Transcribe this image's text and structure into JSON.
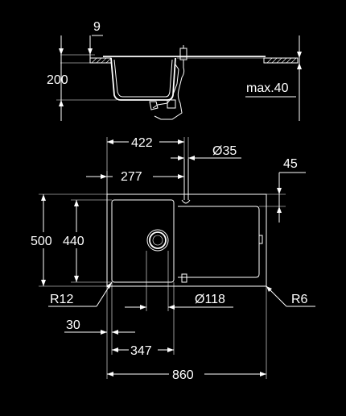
{
  "dimensions": {
    "top_rim": "9",
    "bowl_depth": "200",
    "max_thickness": "max.40",
    "bowl_length": "422",
    "tap_hole_dia": "Ø35",
    "inner_bowl": "277",
    "rear_offset": "45",
    "overall_depth": "500",
    "bowl_inner_depth": "440",
    "corner_radius_bowl": "R12",
    "waste_dia": "Ø118",
    "corner_radius_outer": "R6",
    "front_margin": "30",
    "bowl_width": "347",
    "overall_width": "860"
  }
}
